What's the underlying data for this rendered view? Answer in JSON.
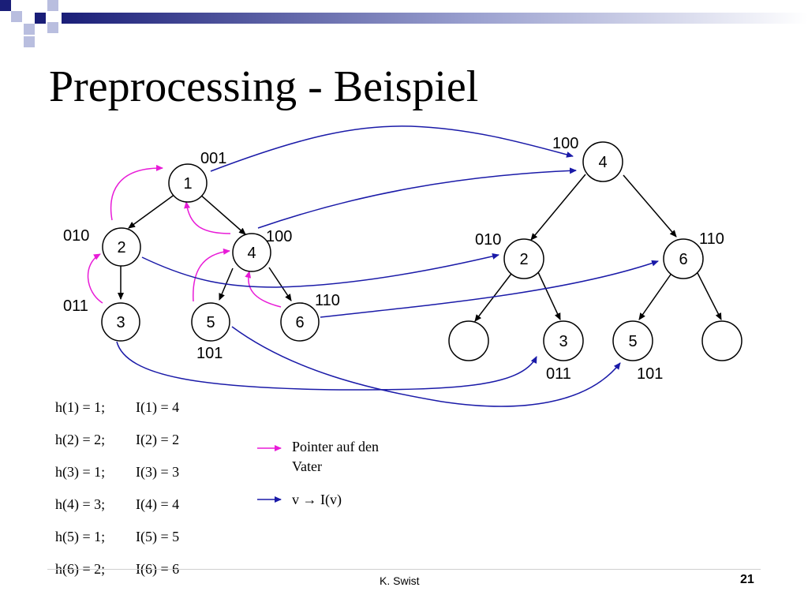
{
  "slide": {
    "title": "Preprocessing - Beispiel",
    "footer_author": "K. Swist",
    "page_number": "21"
  },
  "colors": {
    "pointer_to_parent": "#e81bd7",
    "v_to_I": "#1a1aa8",
    "deco_dark": "#1a1e78",
    "deco_light": "#b9bedf"
  },
  "left_tree": {
    "nodes": [
      {
        "id": "1",
        "label": "1",
        "code": "001"
      },
      {
        "id": "2",
        "label": "2",
        "code": "010"
      },
      {
        "id": "4",
        "label": "4",
        "code": "100"
      },
      {
        "id": "3",
        "label": "3",
        "code": "011"
      },
      {
        "id": "5",
        "label": "5",
        "code": "101"
      },
      {
        "id": "6",
        "label": "6",
        "code": "110"
      }
    ]
  },
  "right_tree": {
    "nodes": [
      {
        "id": "4",
        "label": "4",
        "code": "100"
      },
      {
        "id": "2",
        "label": "2",
        "code": "010"
      },
      {
        "id": "6",
        "label": "6",
        "code": "110"
      },
      {
        "id": "e1",
        "label": ""
      },
      {
        "id": "3",
        "label": "3",
        "code": "011"
      },
      {
        "id": "5",
        "label": "5",
        "code": "101"
      },
      {
        "id": "e2",
        "label": ""
      }
    ]
  },
  "formulas": [
    {
      "h": "h(1) = 1;",
      "I": "I(1) = 4"
    },
    {
      "h": "h(2) = 2;",
      "I": "I(2) = 2"
    },
    {
      "h": "h(3) = 1;",
      "I": "I(3) = 3"
    },
    {
      "h": "h(4) = 3;",
      "I": "I(4) = 4"
    },
    {
      "h": "h(5) = 1;",
      "I": "I(5) = 5"
    },
    {
      "h": "h(6) = 2;",
      "I": "I(6) = 6"
    }
  ],
  "legend": {
    "pointer_line1": "Pointer auf den",
    "pointer_line2": "Vater",
    "mapping": "v → I(v)"
  }
}
